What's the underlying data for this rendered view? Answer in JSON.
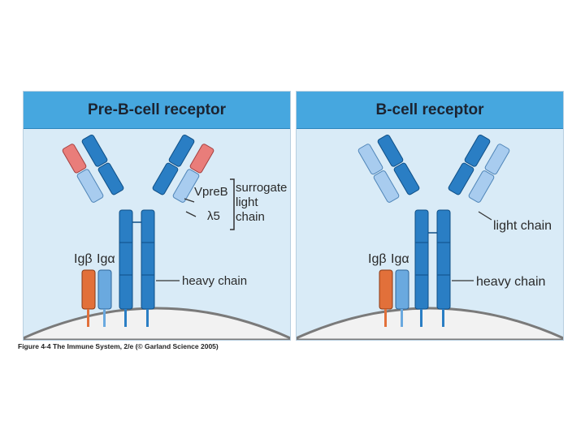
{
  "colors": {
    "header": "#46a7df",
    "background": "#d9ebf7",
    "heavy_chain": "#2a7ec4",
    "light_chain": "#a8ccef",
    "surrogate": "#e97d7a",
    "ig_beta": "#e2703a",
    "ig_alpha": "#6aa9df"
  },
  "pre_b_panel": {
    "title": "Pre-B-cell receptor",
    "labels": {
      "vpreb": "VpreB",
      "lambda5": "λ5",
      "surrogate_1": "surrogate",
      "surrogate_2": "light",
      "surrogate_3": "chain",
      "ig_beta": "Igβ",
      "ig_alpha": "Igα",
      "heavy_chain": "heavy chain"
    }
  },
  "b_cell_panel": {
    "title": "B-cell receptor",
    "labels": {
      "light_chain": "light chain",
      "ig_beta": "Igβ",
      "ig_alpha": "Igα",
      "heavy_chain": "heavy chain"
    }
  },
  "caption": {
    "figure": "Figure 4-4",
    "text": "The Immune System, 2/e (© Garland Science 2005)"
  }
}
